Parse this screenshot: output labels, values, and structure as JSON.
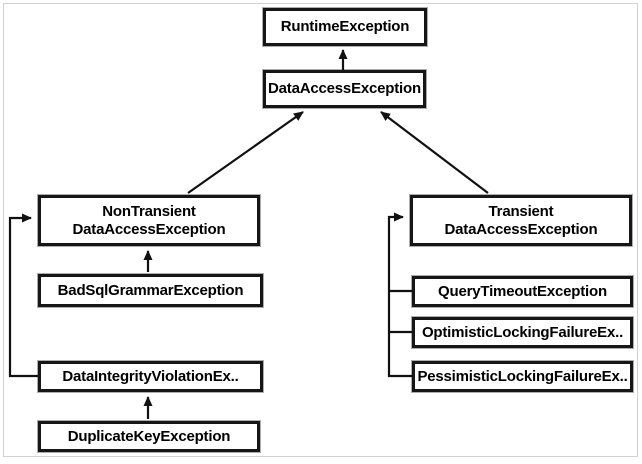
{
  "diagram": {
    "type": "class-hierarchy",
    "background_color": "#ffffff",
    "frame_color": "#d2d2d2",
    "box_border_color": "#161616",
    "text_color": "#000000",
    "nodes": [
      {
        "id": "runtime-exception",
        "label": "RuntimeException"
      },
      {
        "id": "data-access-exception",
        "label": "DataAccessException"
      },
      {
        "id": "non-transient-data-access-exception",
        "label": "NonTransient\nDataAccessException"
      },
      {
        "id": "bad-sql-grammar-exception",
        "label": "BadSqlGrammarException"
      },
      {
        "id": "data-integrity-violation-exception",
        "label": "DataIntegrityViolationEx.."
      },
      {
        "id": "duplicate-key-exception",
        "label": "DuplicateKeyException"
      },
      {
        "id": "transient-data-access-exception",
        "label": "Transient\nDataAccessException"
      },
      {
        "id": "query-timeout-exception",
        "label": "QueryTimeoutException"
      },
      {
        "id": "optimistic-locking-failure-exception",
        "label": "OptimisticLockingFailureEx.."
      },
      {
        "id": "pessimistic-locking-failure-exception",
        "label": "PessimisticLockingFailureEx.."
      }
    ],
    "edges": [
      {
        "from": "DataAccessException",
        "to": "RuntimeException"
      },
      {
        "from": "NonTransient DataAccessException",
        "to": "DataAccessException"
      },
      {
        "from": "Transient DataAccessException",
        "to": "DataAccessException"
      },
      {
        "from": "BadSqlGrammarException",
        "to": "NonTransient DataAccessException"
      },
      {
        "from": "DataIntegrityViolationEx..",
        "to": "NonTransient DataAccessException"
      },
      {
        "from": "DuplicateKeyException",
        "to": "DataIntegrityViolationEx.."
      },
      {
        "from": "QueryTimeoutException",
        "to": "Transient DataAccessException"
      },
      {
        "from": "OptimisticLockingFailureEx..",
        "to": "Transient DataAccessException"
      },
      {
        "from": "PessimisticLockingFailureEx..",
        "to": "Transient DataAccessException"
      }
    ]
  }
}
